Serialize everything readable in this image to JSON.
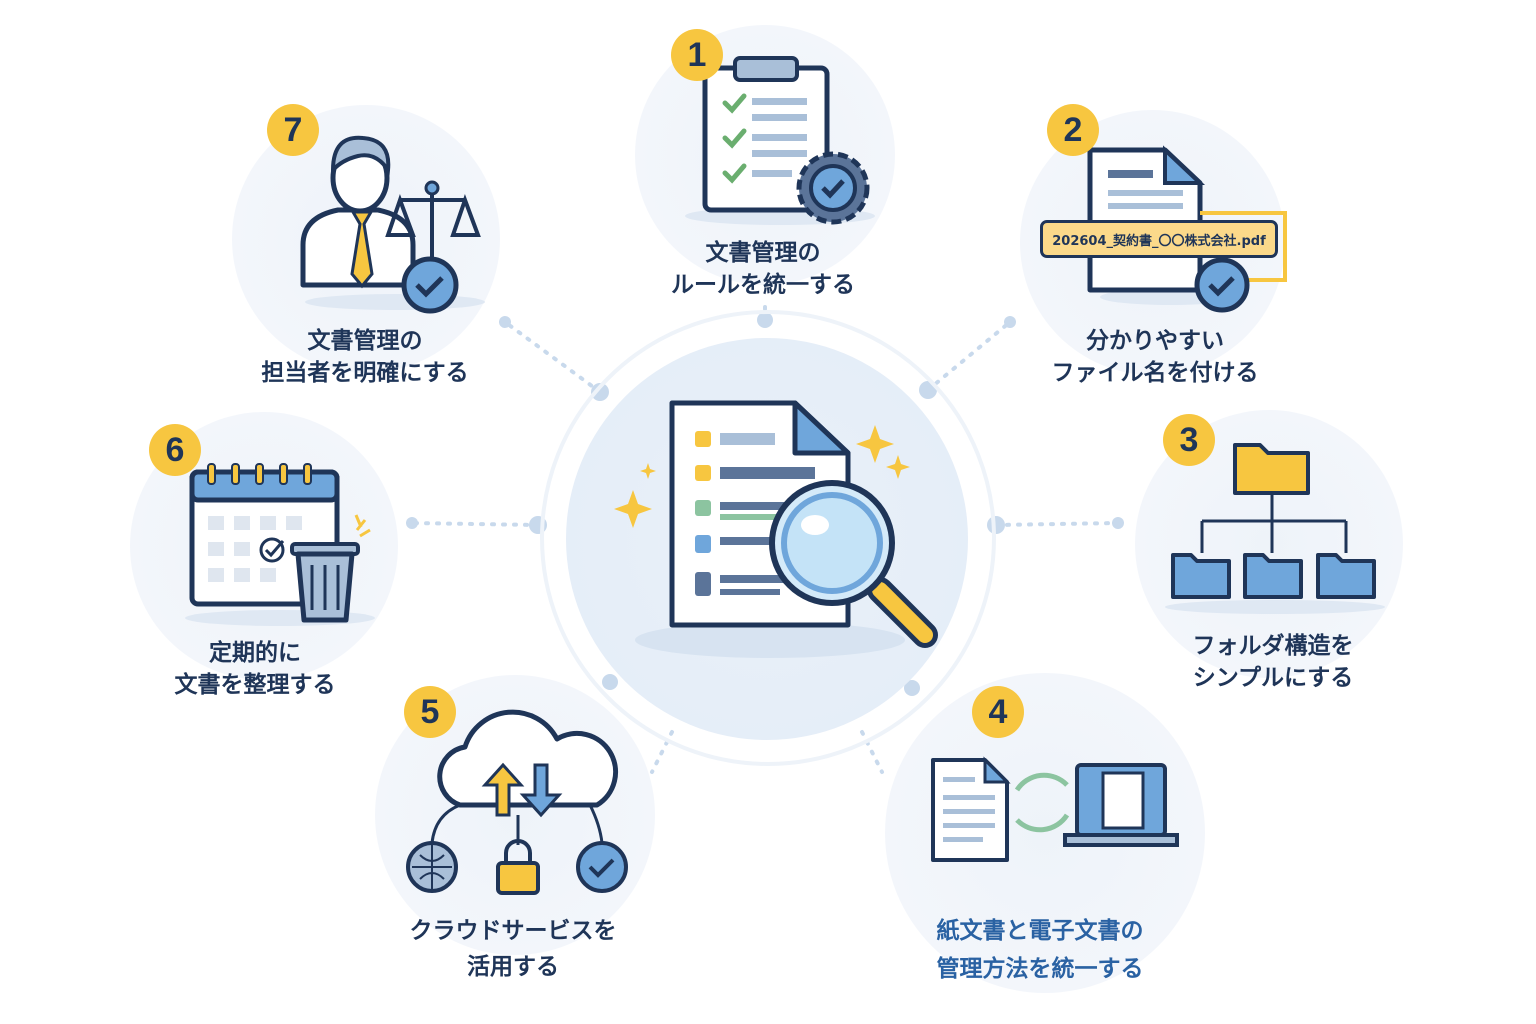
{
  "steps": [
    {
      "number": "1",
      "line1": "文書管理の",
      "line2": "ルールを統一する"
    },
    {
      "number": "2",
      "line1": "分かりやすい",
      "line2": "ファイル名を付ける",
      "filename": "202604_契約書_〇〇株式会社.pdf"
    },
    {
      "number": "3",
      "line1": "フォルダ構造を",
      "line2": "シンプルにする"
    },
    {
      "number": "4",
      "line1": "紙文書と電子文書の",
      "line2": "管理方法を統一する"
    },
    {
      "number": "5",
      "line1": "クラウドサービスを",
      "line2": "活用する"
    },
    {
      "number": "6",
      "line1": "定期的に",
      "line2": "文書を整理する"
    },
    {
      "number": "7",
      "line1": "文書管理の",
      "line2": "担当者を明確にする"
    }
  ],
  "colors": {
    "badge": "#f7c640",
    "navy": "#1f3558",
    "blue": "#6fa6db",
    "accent_blue": "#2a62a3"
  }
}
